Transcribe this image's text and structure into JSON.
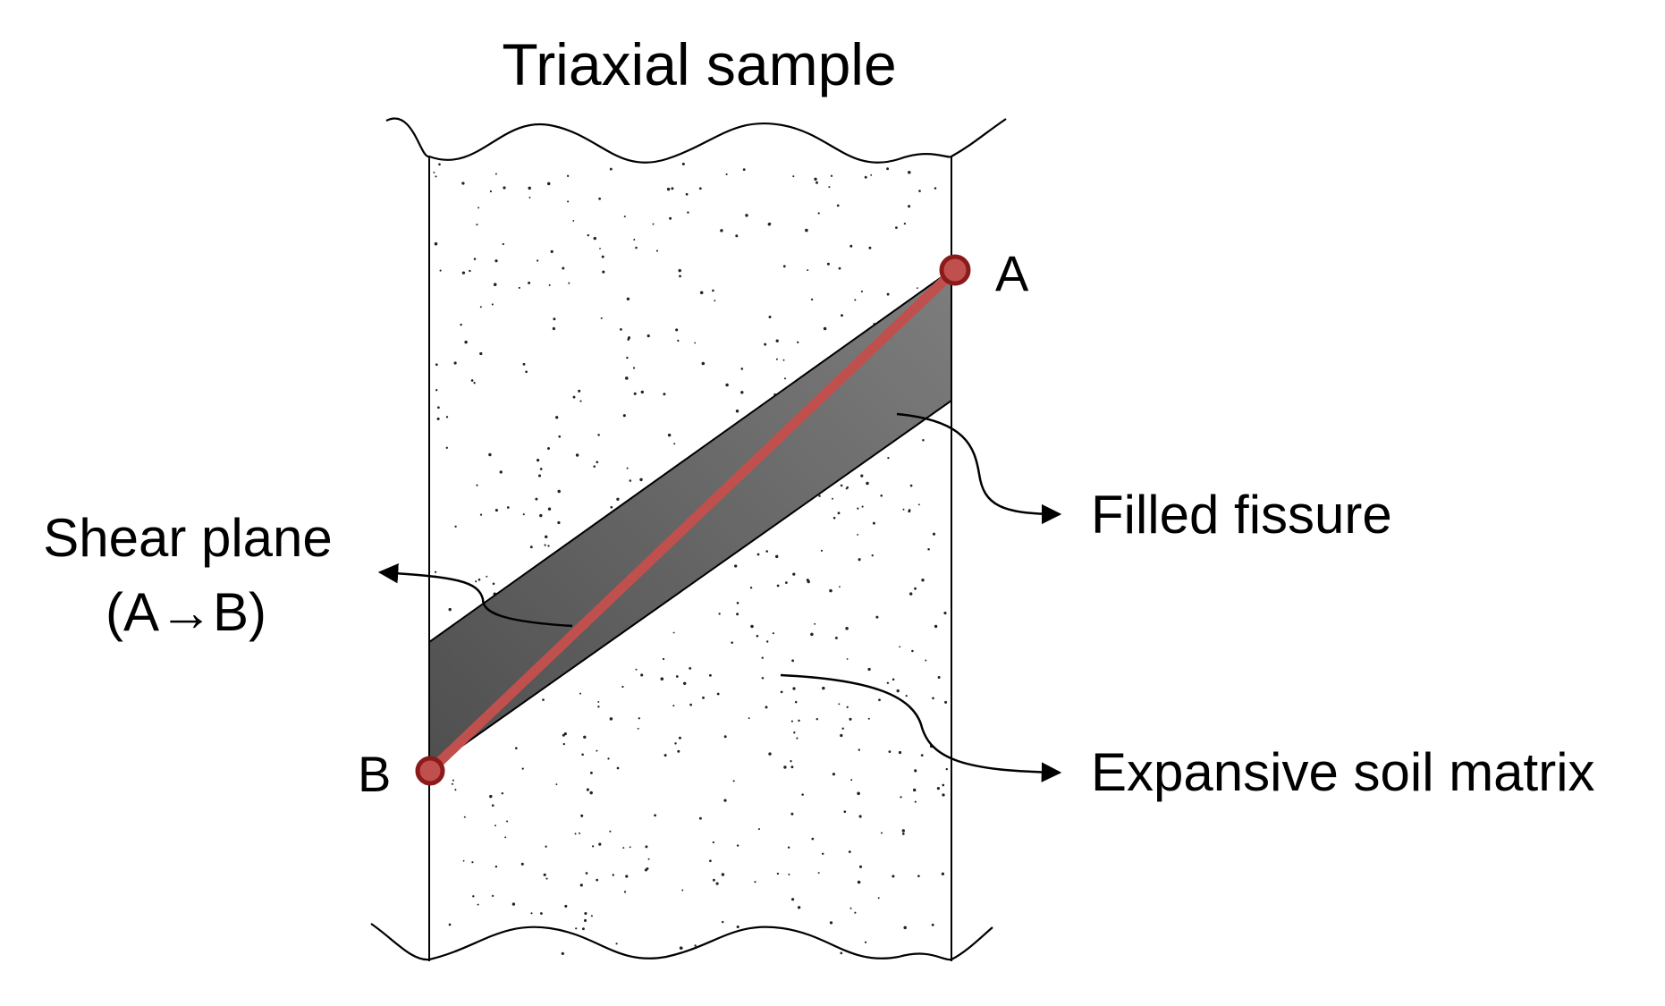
{
  "title": "Triaxial sample",
  "labels": {
    "point_a": "A",
    "point_b": "B",
    "filled_fissure": "Filled fissure",
    "shear_plane_line1": "Shear plane",
    "shear_plane_line2": "(A→B)",
    "soil_matrix": "Expansive soil matrix"
  },
  "colors": {
    "fissure_fill": "#7a7a7a",
    "fissure_dark": "#555555",
    "shear_line": "#c0504d",
    "point_marker": "#a52a2a",
    "outline": "#000000",
    "background": "#ffffff"
  }
}
